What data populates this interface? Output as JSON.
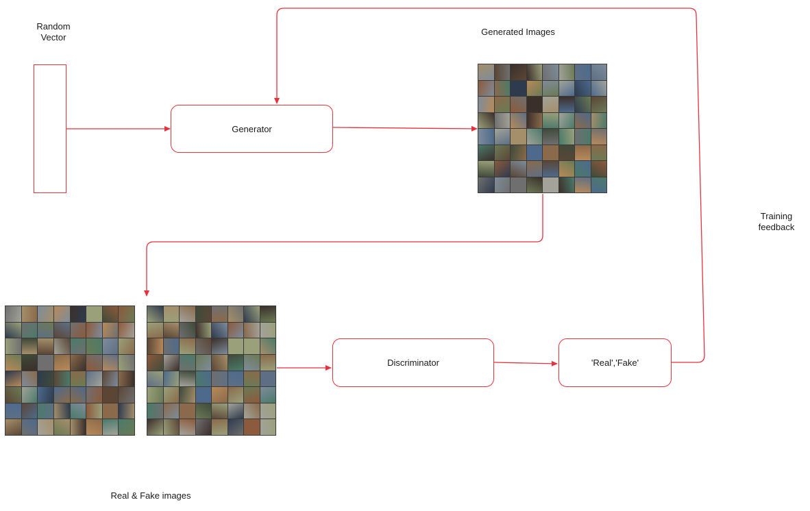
{
  "labels": {
    "random_vector": "Random\nVector",
    "generated_images": "Generated Images",
    "training_feedback": "Training\nfeedback",
    "real_fake_images": "Real & Fake images"
  },
  "nodes": {
    "generator": "Generator",
    "discriminator": "Discriminator",
    "output": "'Real','Fake'"
  },
  "colors": {
    "connector": "#e8313d",
    "thumbnail_palette": [
      "#6b7a55",
      "#8a6a4a",
      "#4d6a8c",
      "#a58f6a",
      "#3f4a3a",
      "#7e8c9a",
      "#5b4636",
      "#9aa07a",
      "#2e3b4e",
      "#b78a5a",
      "#6f6f6f",
      "#4b7a6a",
      "#8c5a3c",
      "#5e6f85",
      "#a3a39a",
      "#3b2f2a"
    ]
  }
}
